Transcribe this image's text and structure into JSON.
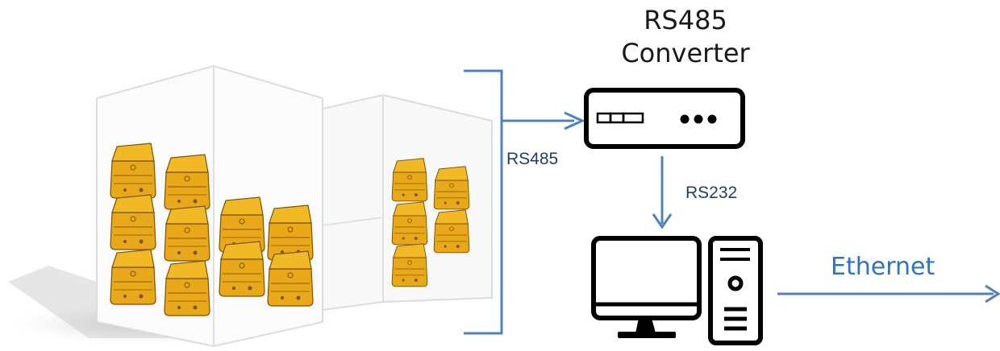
{
  "converter": {
    "title_line1": "RS485",
    "title_line2": "Converter"
  },
  "links": {
    "rs485": "RS485",
    "rs232": "RS232",
    "ethernet": "Ethernet"
  },
  "colors": {
    "wire": "#4f81bd",
    "device_body": "#e8a81a",
    "device_edge": "#8a5b00",
    "cabinet_edge": "#d8d8d8",
    "ethernet_text": "#2f74c0",
    "icon_stroke": "#000000"
  },
  "icons": [
    "sensor-device-icon",
    "rs485-converter-icon",
    "desktop-computer-icon",
    "arrow-right-icon",
    "arrow-down-icon"
  ]
}
